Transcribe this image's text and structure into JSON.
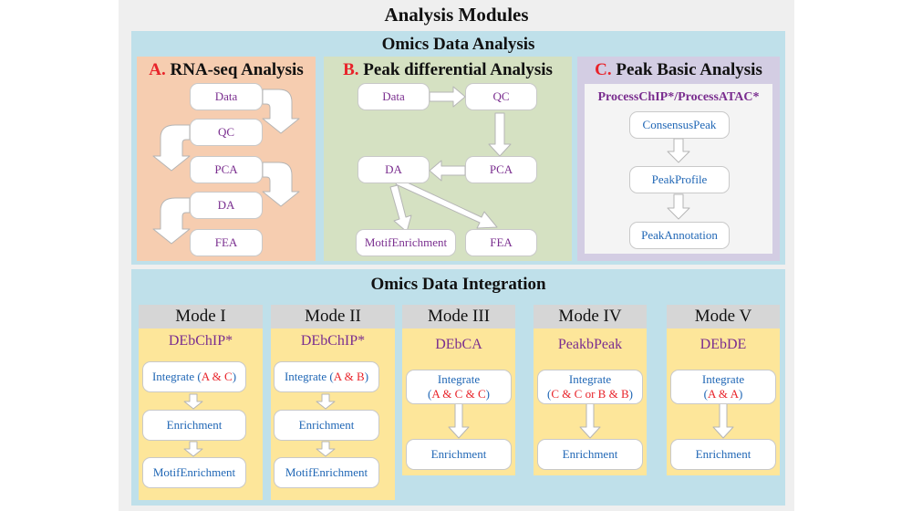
{
  "title": "Analysis Modules",
  "omics_analysis": {
    "title": "Omics Data Analysis",
    "panel_a": {
      "prefix": "A.",
      "title": "RNA-seq Analysis",
      "nodes": [
        "Data",
        "QC",
        "PCA",
        "DA",
        "FEA"
      ]
    },
    "panel_b": {
      "prefix": "B.",
      "title": "Peak differential Analysis",
      "nodes": {
        "data": "Data",
        "qc": "QC",
        "da": "DA",
        "pca": "PCA",
        "motif": "MotifEnrichment",
        "fea": "FEA"
      }
    },
    "panel_c": {
      "prefix": "C.",
      "title": "Peak Basic Analysis",
      "subtitle": "ProcessChIP*/ProcessATAC*",
      "nodes": [
        "ConsensusPeak",
        "PeakProfile",
        "PeakAnnotation"
      ]
    }
  },
  "integration": {
    "title": "Omics Data Integration",
    "modes": [
      {
        "header": "Mode I",
        "name": "DEbChIP*",
        "integrate": "Integrate",
        "args_open": "(",
        "args": "A & C",
        "args_close": ")",
        "steps": [
          "Enrichment",
          "MotifEnrichment"
        ]
      },
      {
        "header": "Mode II",
        "name": "DEbChIP*",
        "integrate": "Integrate",
        "args_open": "(",
        "args": "A & B",
        "args_close": ")",
        "steps": [
          "Enrichment",
          "MotifEnrichment"
        ]
      },
      {
        "header": "Mode III",
        "name": "DEbCA",
        "integrate": "Integrate",
        "args_open": "(",
        "args": "A & C & C",
        "args_close": ")",
        "steps": [
          "Enrichment"
        ]
      },
      {
        "header": "Mode IV",
        "name": "PeakbPeak",
        "integrate": "Integrate",
        "args_open": "(",
        "args": "C & C or B & B",
        "args_close": ")",
        "steps": [
          "Enrichment"
        ]
      },
      {
        "header": "Mode V",
        "name": "DEbDE",
        "integrate": "Integrate",
        "args_open": "(",
        "args": "A & A",
        "args_close": ")",
        "steps": [
          "Enrichment"
        ]
      }
    ]
  },
  "colors": {
    "outer_bg": "#bfe0ea",
    "panel_a_bg": "#f6cdb0",
    "panel_b_bg": "#d5e1c2",
    "panel_c_outer": "#d3cde3",
    "mode_header_bg": "#d6d6d6",
    "mode_body_bg": "#fde69a",
    "accent_red": "#e8232a",
    "text_purple": "#7a2e8f",
    "text_blue": "#1f66b5"
  }
}
